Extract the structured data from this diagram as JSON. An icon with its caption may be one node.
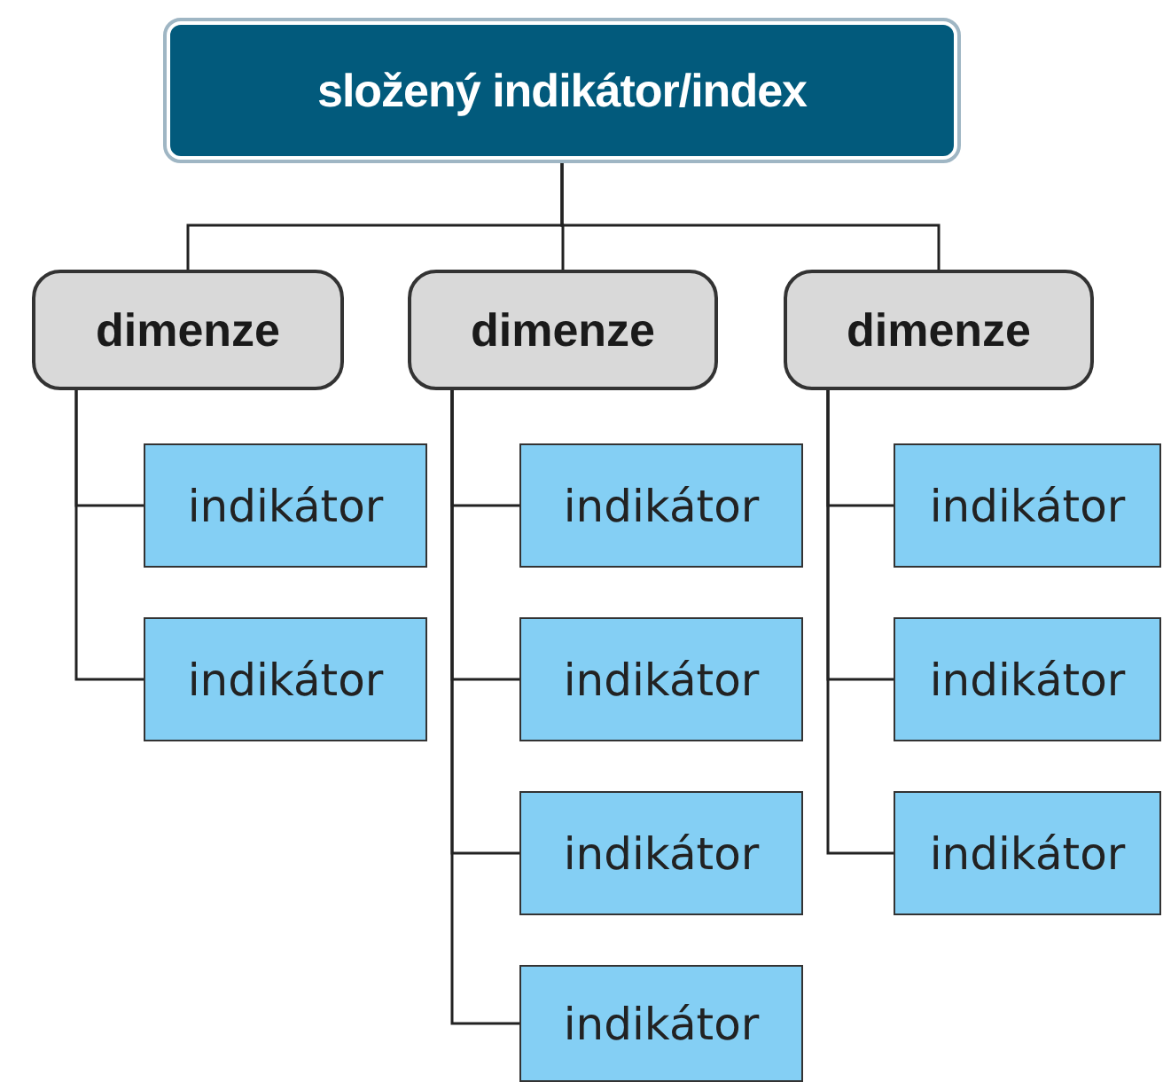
{
  "diagram": {
    "nodes": [
      {
        "text": [
          "složený indikátor/index"
        ]
      },
      {
        "text": [
          "dimenze"
        ]
      },
      {
        "text": [
          "dimenze"
        ]
      },
      {
        "text": [
          "dimenze"
        ]
      },
      {
        "text": [
          "indikátor"
        ]
      },
      {
        "text": [
          "indikátor"
        ]
      },
      {
        "text": [
          "indikátor"
        ]
      },
      {
        "text": [
          "indikátor"
        ]
      },
      {
        "text": [
          "indikátor"
        ]
      },
      {
        "text": [
          "indikátor"
        ]
      },
      {
        "text": [
          "indikátor"
        ]
      },
      {
        "text": [
          "indikátor"
        ]
      },
      {
        "text": [
          "indikátor"
        ]
      }
    ],
    "edges": [
      {
        "from": 0,
        "to": 1,
        "arrow": "none"
      },
      {
        "from": 0,
        "to": 2,
        "arrow": "none"
      },
      {
        "from": 0,
        "to": 3,
        "arrow": "none"
      },
      {
        "from": 1,
        "to": 4,
        "arrow": "none"
      },
      {
        "from": 1,
        "to": 5,
        "arrow": "none"
      },
      {
        "from": 2,
        "to": 6,
        "arrow": "none"
      },
      {
        "from": 2,
        "to": 7,
        "arrow": "none"
      },
      {
        "from": 2,
        "to": 8,
        "arrow": "none"
      },
      {
        "from": 2,
        "to": 9,
        "arrow": "none"
      },
      {
        "from": 3,
        "to": 10,
        "arrow": "none"
      },
      {
        "from": 3,
        "to": 11,
        "arrow": "none"
      },
      {
        "from": 3,
        "to": 12,
        "arrow": "none"
      }
    ]
  }
}
